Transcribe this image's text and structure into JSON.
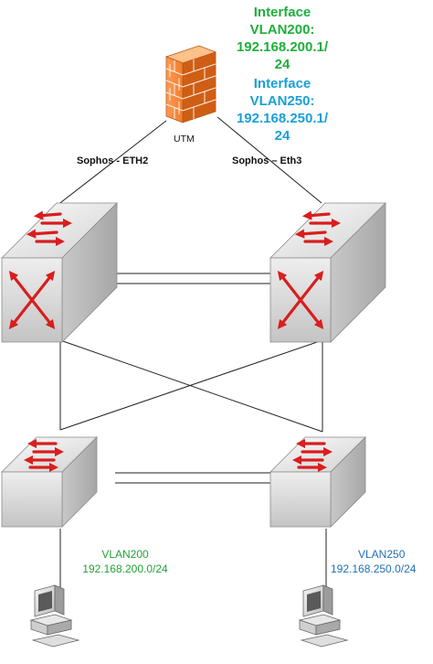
{
  "colors": {
    "green": "#1fae3c",
    "cyan": "#1a9fd6",
    "vlan_blue": "#1f6fb4",
    "switch_body": "#dcdcdc",
    "arrow": "#d81e1e"
  },
  "interfaces": {
    "vlan200": {
      "line1": "Interface",
      "line2": "VLAN200:",
      "line3": "192.168.200.1/",
      "line4": "24"
    },
    "vlan250": {
      "line1": "Interface",
      "line2": "VLAN250:",
      "line3": "192.168.250.1/",
      "line4": "24"
    }
  },
  "firewall": {
    "label": "UTM",
    "icon": "firewall-brick-icon"
  },
  "ports": {
    "left": "Sophos - ETH2",
    "right": "Sophos – Eth3"
  },
  "devices": {
    "core_switch_icon": "layer3-switch-icon",
    "access_switch_icon": "layer2-switch-icon",
    "pc_icon": "desktop-computer-icon"
  },
  "subnets": {
    "left": {
      "name": "VLAN200",
      "network": "192.168.200.0/24"
    },
    "right": {
      "name": "VLAN250",
      "network": "192.168.250.0/24"
    }
  }
}
